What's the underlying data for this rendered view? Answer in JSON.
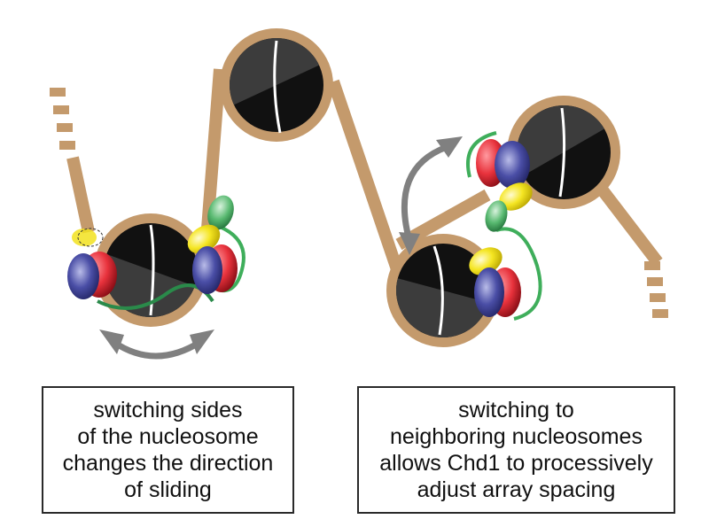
{
  "captions": {
    "left": {
      "lines": [
        "switching sides",
        "of the nucleosome",
        "changes the direction",
        "of sliding"
      ]
    },
    "right": {
      "lines": [
        "switching to",
        "neighboring nucleosomes",
        "allows Chd1 to processively",
        "adjust array spacing"
      ]
    }
  },
  "colors": {
    "dna": "#c49a6c",
    "histone_core": "#111111",
    "histone_gray": "#3c3c3c",
    "arrow": "#808080",
    "chd1_red": "#e8323c",
    "chd1_blue": "#3d3f97",
    "chd1_yellow": "#f2e21e",
    "chd1_green": "#3fae5b",
    "linker_green": "#2a8a4a"
  },
  "icons": [
    "curved-double-arrow-icon",
    "chd1-remodeler-icon",
    "nucleosome-icon"
  ]
}
